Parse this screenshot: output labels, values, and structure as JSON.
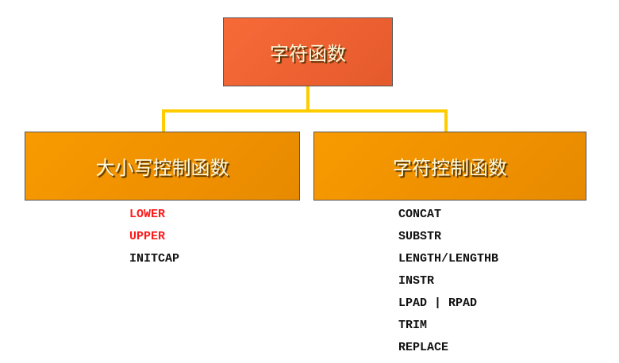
{
  "root": {
    "label": "字符函数"
  },
  "left": {
    "label": "大小写控制函数",
    "items": [
      "LOWER",
      "UPPER",
      "INITCAP"
    ]
  },
  "right": {
    "label": "字符控制函数",
    "items": [
      "CONCAT",
      "SUBSTR",
      "LENGTH/LENGTHB",
      "INSTR",
      "LPAD | RPAD",
      "TRIM",
      "REPLACE"
    ]
  },
  "colors": {
    "root": "#f0643a",
    "child": "#f09400",
    "connector": "#ffcc00",
    "highlight": "#ff1a1a"
  }
}
